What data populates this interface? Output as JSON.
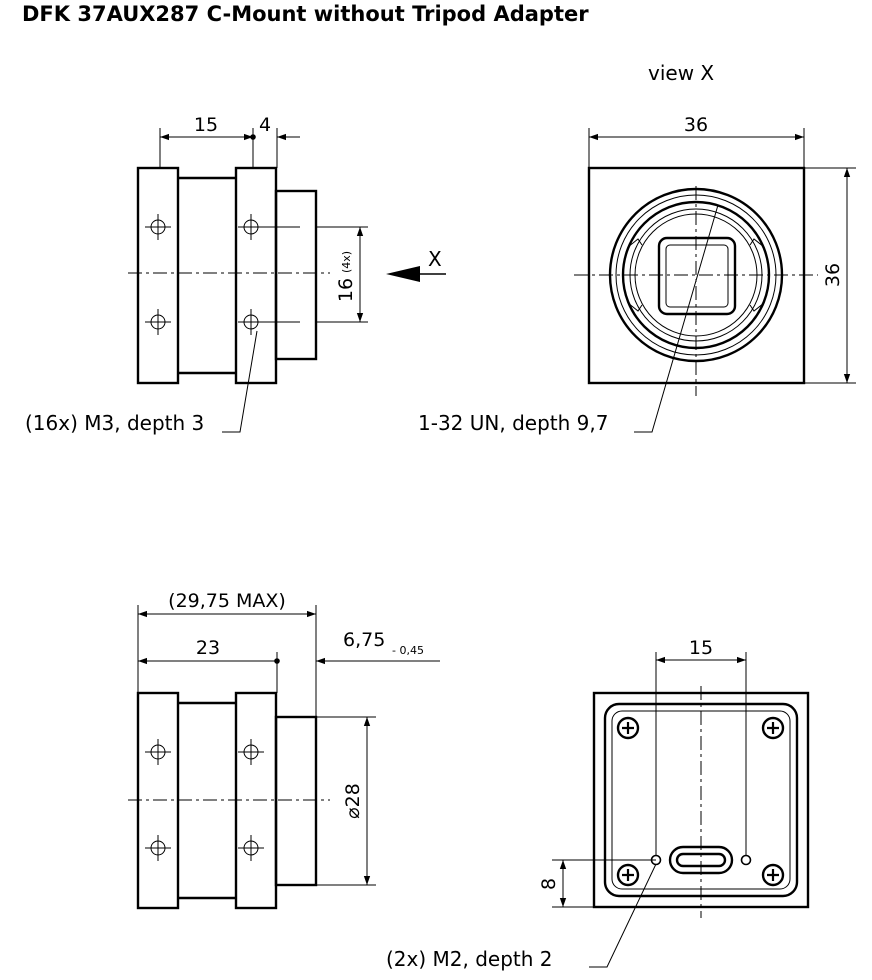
{
  "title": "DFK 37AUX287 C-Mount without Tripod Adapter",
  "views": {
    "side_top": {
      "dim_15": "15",
      "dim_4": "4",
      "dim_16": "16",
      "dim_16_note": "(4x)",
      "arrow_label": "X",
      "callout": "(16x) M3, depth 3"
    },
    "front": {
      "view_label": "view X",
      "dim_width": "36",
      "dim_height": "36",
      "callout": "1-32 UN, depth 9,7"
    },
    "side_bottom": {
      "dim_max": "(29,75 MAX)",
      "dim_23": "23",
      "dim_675": "6,75",
      "dim_675_tol": "- 0,45",
      "dim_dia": "⌀28"
    },
    "back": {
      "dim_15": "15",
      "dim_8": "8",
      "callout": "(2x) M2, depth 2"
    }
  }
}
